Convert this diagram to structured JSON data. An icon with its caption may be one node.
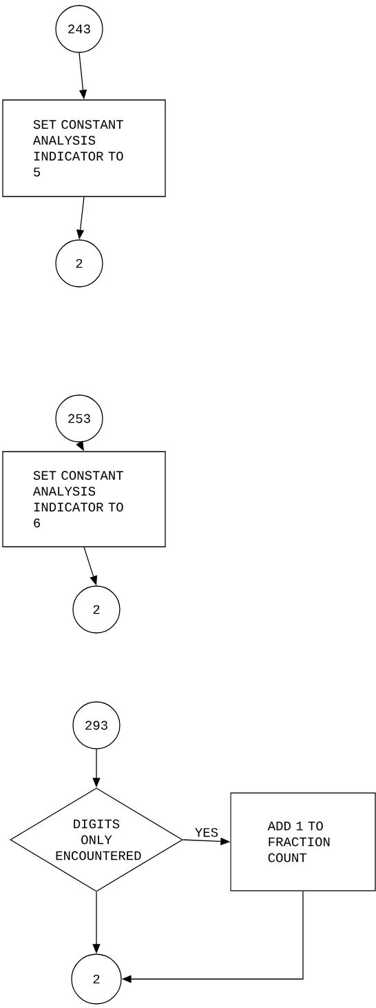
{
  "diagram": {
    "nodes": [
      {
        "text": [
          "243"
        ]
      },
      {
        "text": [
          "SET CONSTANT ANALYSIS INDICATOR TO 5"
        ]
      },
      {
        "text": [
          "2"
        ]
      },
      {
        "text": [
          "253"
        ]
      },
      {
        "text": [
          "SET CONSTANT ANALYSIS INDICATOR TO 6"
        ]
      },
      {
        "text": [
          "2"
        ]
      },
      {
        "text": [
          "293"
        ]
      },
      {
        "text": [
          "DIGITS ONLY ENCOUNTERED"
        ]
      },
      {
        "text": [
          "ADD 1 TO FRACTION COUNT"
        ]
      },
      {
        "text": [
          "2"
        ]
      }
    ],
    "edges": [
      {
        "from": 0,
        "to": 1,
        "arrow": "to"
      },
      {
        "from": 1,
        "to": 2,
        "arrow": "to"
      },
      {
        "from": 3,
        "to": 4,
        "arrow": "to"
      },
      {
        "from": 4,
        "to": 5,
        "arrow": "to"
      },
      {
        "from": 6,
        "to": 7,
        "arrow": "to"
      },
      {
        "from": 7,
        "to": 8,
        "arrow": "to",
        "label": "YES"
      },
      {
        "from": 7,
        "to": 9,
        "arrow": "to"
      },
      {
        "from": 8,
        "to": 9,
        "arrow": "to"
      }
    ]
  }
}
